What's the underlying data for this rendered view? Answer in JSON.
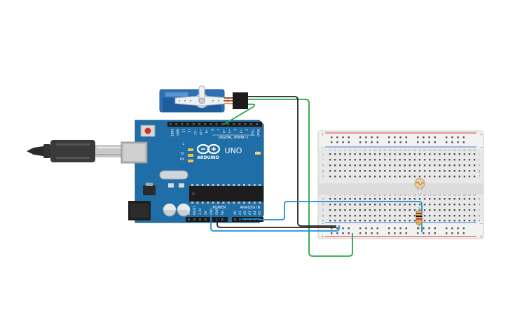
{
  "arduino": {
    "logo": "ARDUINO",
    "model": "UNO",
    "on_label": "ON",
    "tx_label": "TX",
    "rx_label": "RX",
    "l_label": "L",
    "digital_header": "DIGITAL (PWM~)",
    "power_header": "POWER",
    "analog_header": "ANALOG IN",
    "digital_pins": [
      "AREF",
      "GND",
      "13",
      "12",
      "~11",
      "~10",
      "~9",
      "8",
      "7",
      "~6",
      "~5",
      "4",
      "~3",
      "2",
      "TX▸1",
      "RX◂0"
    ],
    "power_pins": [
      "IOREF",
      "RESET",
      "3.3V",
      "5V",
      "GND",
      "GND",
      "Vin"
    ],
    "analog_pins": [
      "A0",
      "A1",
      "A2",
      "A3",
      "A4",
      "A5"
    ]
  },
  "breadboard": {
    "row_letters_top": [
      "j",
      "i",
      "h",
      "g",
      "f"
    ],
    "row_letters_bottom": [
      "e",
      "d",
      "c",
      "b",
      "a"
    ],
    "rail_plus": "+",
    "rail_minus": "−",
    "columns": 30
  },
  "wire_colors": {
    "signal": "#27a744",
    "ground": "#222222",
    "power": "#1c8fd6"
  }
}
